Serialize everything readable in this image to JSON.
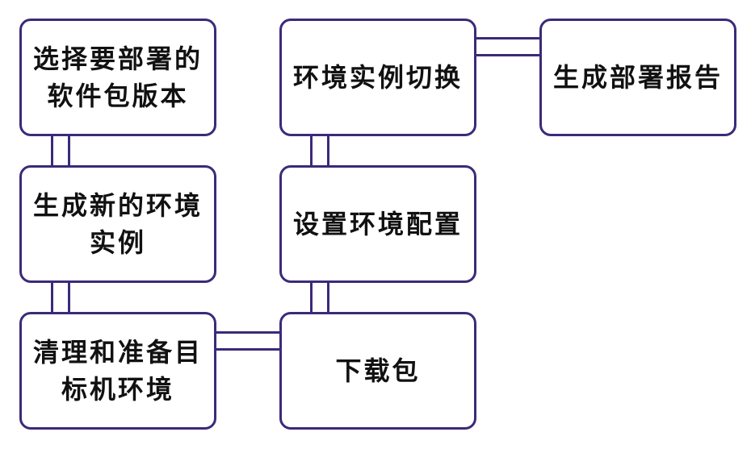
{
  "diagram": {
    "nodes": [
      {
        "id": "select-version",
        "label": "选择要部署的\n软件包版本"
      },
      {
        "id": "create-instance",
        "label": "生成新的环境\n实例"
      },
      {
        "id": "prepare-target",
        "label": "清理和准备目\n标机环境"
      },
      {
        "id": "download-package",
        "label": "下载包"
      },
      {
        "id": "configure-environment",
        "label": "设置环境配置"
      },
      {
        "id": "switch-instance",
        "label": "环境实例切换"
      },
      {
        "id": "generate-report",
        "label": "生成部署报告"
      }
    ],
    "edges": [
      {
        "from": "select-version",
        "to": "create-instance"
      },
      {
        "from": "create-instance",
        "to": "prepare-target"
      },
      {
        "from": "prepare-target",
        "to": "download-package"
      },
      {
        "from": "download-package",
        "to": "configure-environment"
      },
      {
        "from": "configure-environment",
        "to": "switch-instance"
      },
      {
        "from": "switch-instance",
        "to": "generate-report"
      }
    ],
    "colors": {
      "border": "#3b2a7a",
      "text": "#111111",
      "background": "#ffffff"
    }
  }
}
